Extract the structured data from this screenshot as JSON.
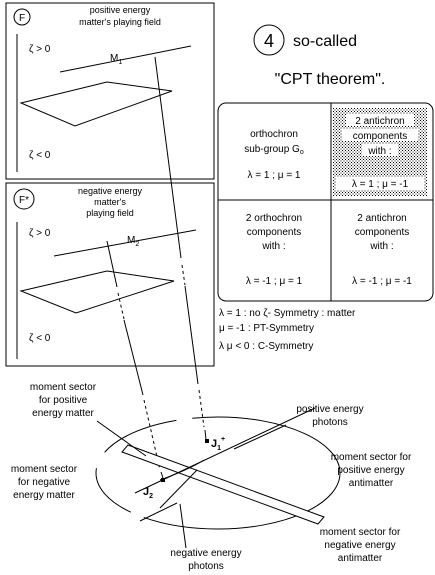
{
  "panel_f": {
    "badge": "F",
    "caption_line1": "positive energy",
    "caption_line2": "matter's playing field",
    "zeta_pos": "ζ > 0",
    "zeta_neg": "ζ < 0",
    "m_label": "M",
    "m_sub": "1"
  },
  "panel_fstar": {
    "badge": "F*",
    "caption_line1": "negative energy",
    "caption_line2": "matter's",
    "caption_line3": "playing field",
    "zeta_pos": "ζ > 0",
    "zeta_neg": "ζ < 0",
    "m_label": "M",
    "m_sub": "2"
  },
  "title": {
    "number": "4",
    "word": "so-called",
    "theorem": "\"CPT theorem\"."
  },
  "grid": {
    "cells": [
      {
        "line1": "orthochron",
        "line2": "sub-group G",
        "line2_sub": "o",
        "line3": "",
        "params": "λ = 1 ;  μ = 1"
      },
      {
        "line1": "2 antichron",
        "line2": "components",
        "line2_sub": "",
        "line3": "with :",
        "params": "λ = 1 ;  μ = -1"
      },
      {
        "line1": "2 orthochron",
        "line2": "components",
        "line2_sub": "",
        "line3": "with :",
        "params": "λ = -1 ;  μ = 1"
      },
      {
        "line1": "2 antichron",
        "line2": "components",
        "line2_sub": "",
        "line3": "with :",
        "params": "λ = -1 ;  μ = -1"
      }
    ]
  },
  "legend": [
    "λ = 1 : no  ζ- Symmetry : matter",
    "μ = -1 : PT-Symmetry",
    "λ μ < 0 : C-Symmetry"
  ],
  "labels": {
    "pos_matter": [
      "moment sector",
      "for positive",
      "energy matter"
    ],
    "pos_photons": [
      "positive energy",
      "photons"
    ],
    "pos_antimatter": [
      "moment sector for",
      "positive energy",
      "antimatter"
    ],
    "neg_matter": [
      "moment sector",
      "for negative",
      "energy matter"
    ],
    "neg_photons": [
      "negative energy",
      "photons"
    ],
    "neg_antimatter": [
      "moment sector for",
      "negative energy",
      "antimatter"
    ],
    "j1": "J",
    "j1_sub": "1",
    "j1_sup": "+",
    "j2": "J",
    "j2_sub": "2"
  }
}
